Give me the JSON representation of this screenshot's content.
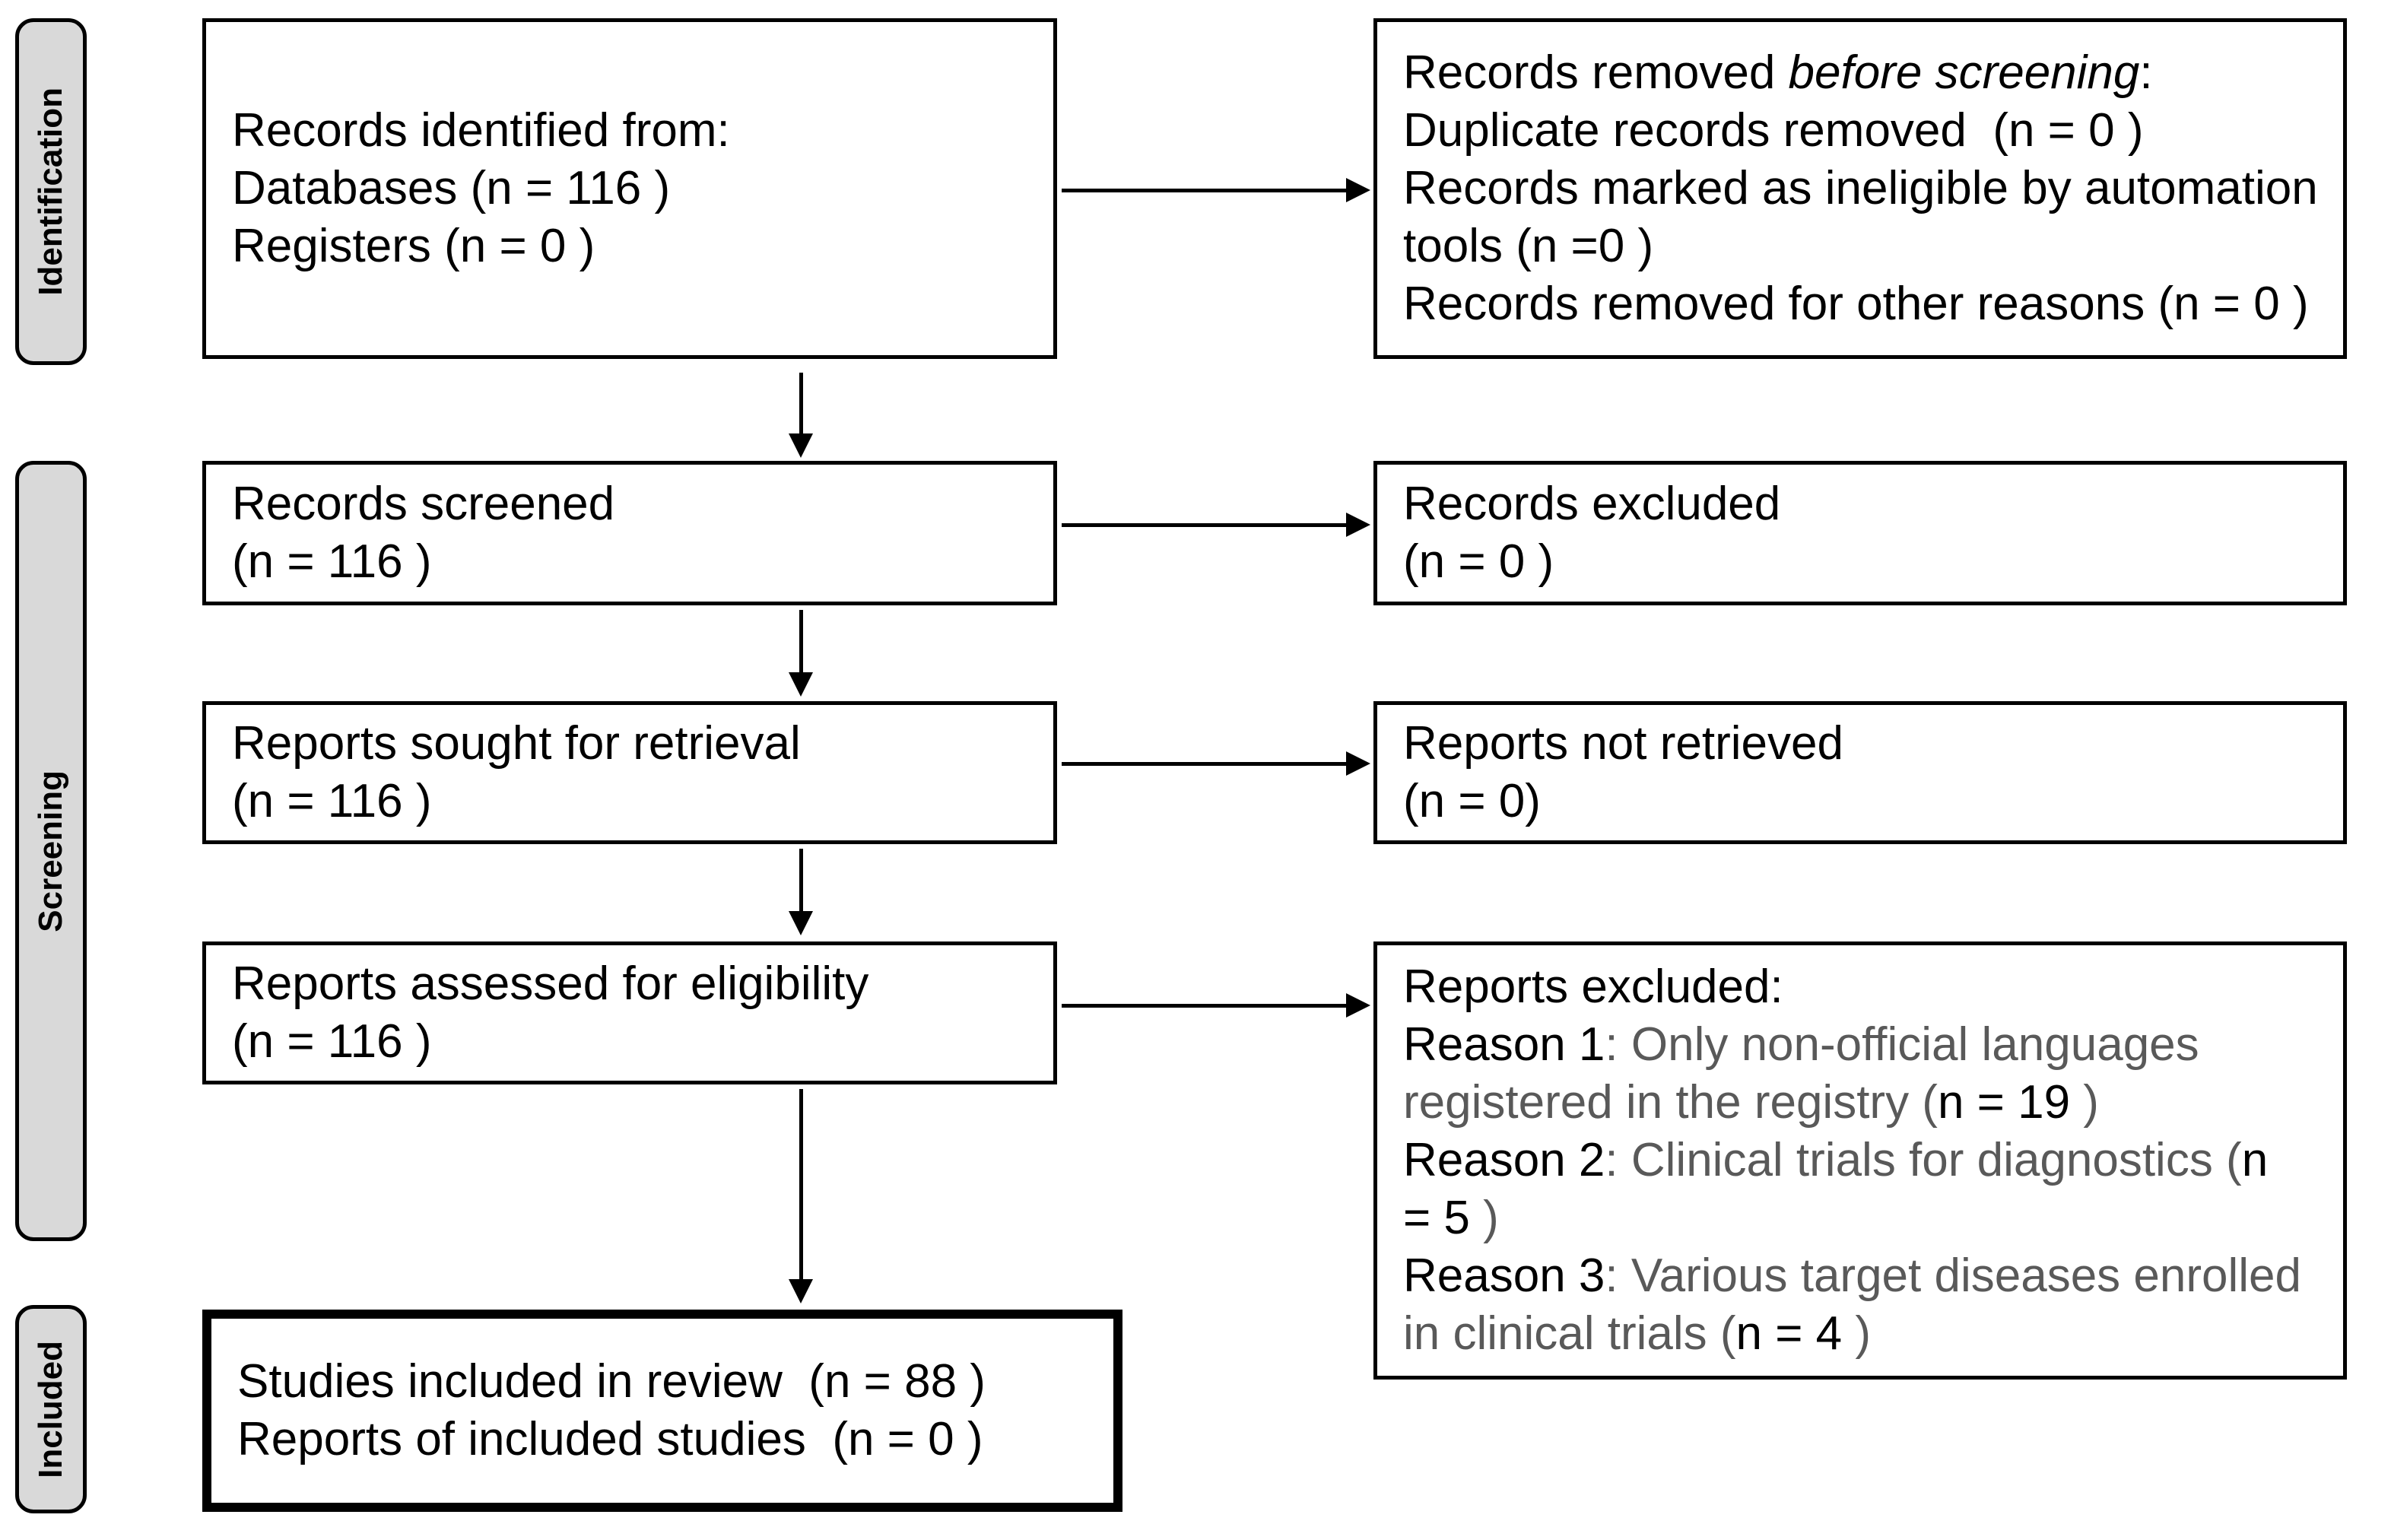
{
  "stages": [
    {
      "label": "Identification"
    },
    {
      "label": "Screening"
    },
    {
      "label": "Included"
    }
  ],
  "boxes": {
    "records_identified": {
      "line1": "Records identified from:",
      "line2": "Databases (n = 116 )",
      "line3": "Registers (n = 0 )"
    },
    "records_removed": {
      "line1_pre": "Records removed ",
      "line1_italic": "before screening",
      "line1_post": ":",
      "line2": "Duplicate records removed  (n = 0 )",
      "line3": "Records marked as ineligible by automation",
      "line4": "tools (n =0 )",
      "line5": "Records removed for other reasons (n = 0 )"
    },
    "records_screened": {
      "line1": "Records screened",
      "line2": "(n = 116 )"
    },
    "records_excluded": {
      "line1": "Records excluded",
      "line2": "(n = 0 )"
    },
    "reports_sought": {
      "line1": "Reports sought for retrieval",
      "line2": "(n = 116 )"
    },
    "reports_not_retrieved": {
      "line1": "Reports not retrieved",
      "line2": "(n = 0)"
    },
    "reports_assessed": {
      "line1": "Reports assessed for eligibility",
      "line2": "(n = 116 )"
    },
    "reports_excluded": {
      "title": "Reports excluded:",
      "reason1_label": "Reason 1",
      "reason1_desc": ": Only non-official languages",
      "reason1_cont": "registered in the registry (",
      "reason1_n": "n = 19",
      "reason1_end": " )",
      "reason2_label": "Reason 2",
      "reason2_desc": ": Clinical trials for diagnostics (",
      "reason2_n": "n",
      "reason2_cont": "= 5",
      "reason2_end": " )",
      "reason3_label": "Reason 3",
      "reason3_desc": ": Various target diseases enrolled",
      "reason3_cont": "in clinical trials (",
      "reason3_n": "n = 4",
      "reason3_end": " )"
    },
    "studies_included": {
      "line1": "Studies included in review  (n = 88 )",
      "line2": "Reports of included studies  (n = 0 )"
    }
  },
  "colors": {
    "text_black": "#000000",
    "text_gray": "#595959",
    "stage_fill": "#d9d9d9",
    "border": "#000000",
    "background": "#ffffff"
  }
}
